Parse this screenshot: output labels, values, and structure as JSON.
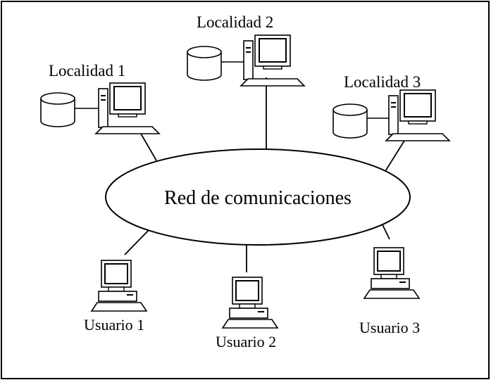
{
  "network": {
    "label": "Red de comunicaciones"
  },
  "sites": [
    {
      "label": "Localidad 1"
    },
    {
      "label": "Localidad 2"
    },
    {
      "label": "Localidad 3"
    }
  ],
  "users": [
    {
      "label": "Usuario 1"
    },
    {
      "label": "Usuario 2"
    },
    {
      "label": "Usuario 3"
    }
  ]
}
